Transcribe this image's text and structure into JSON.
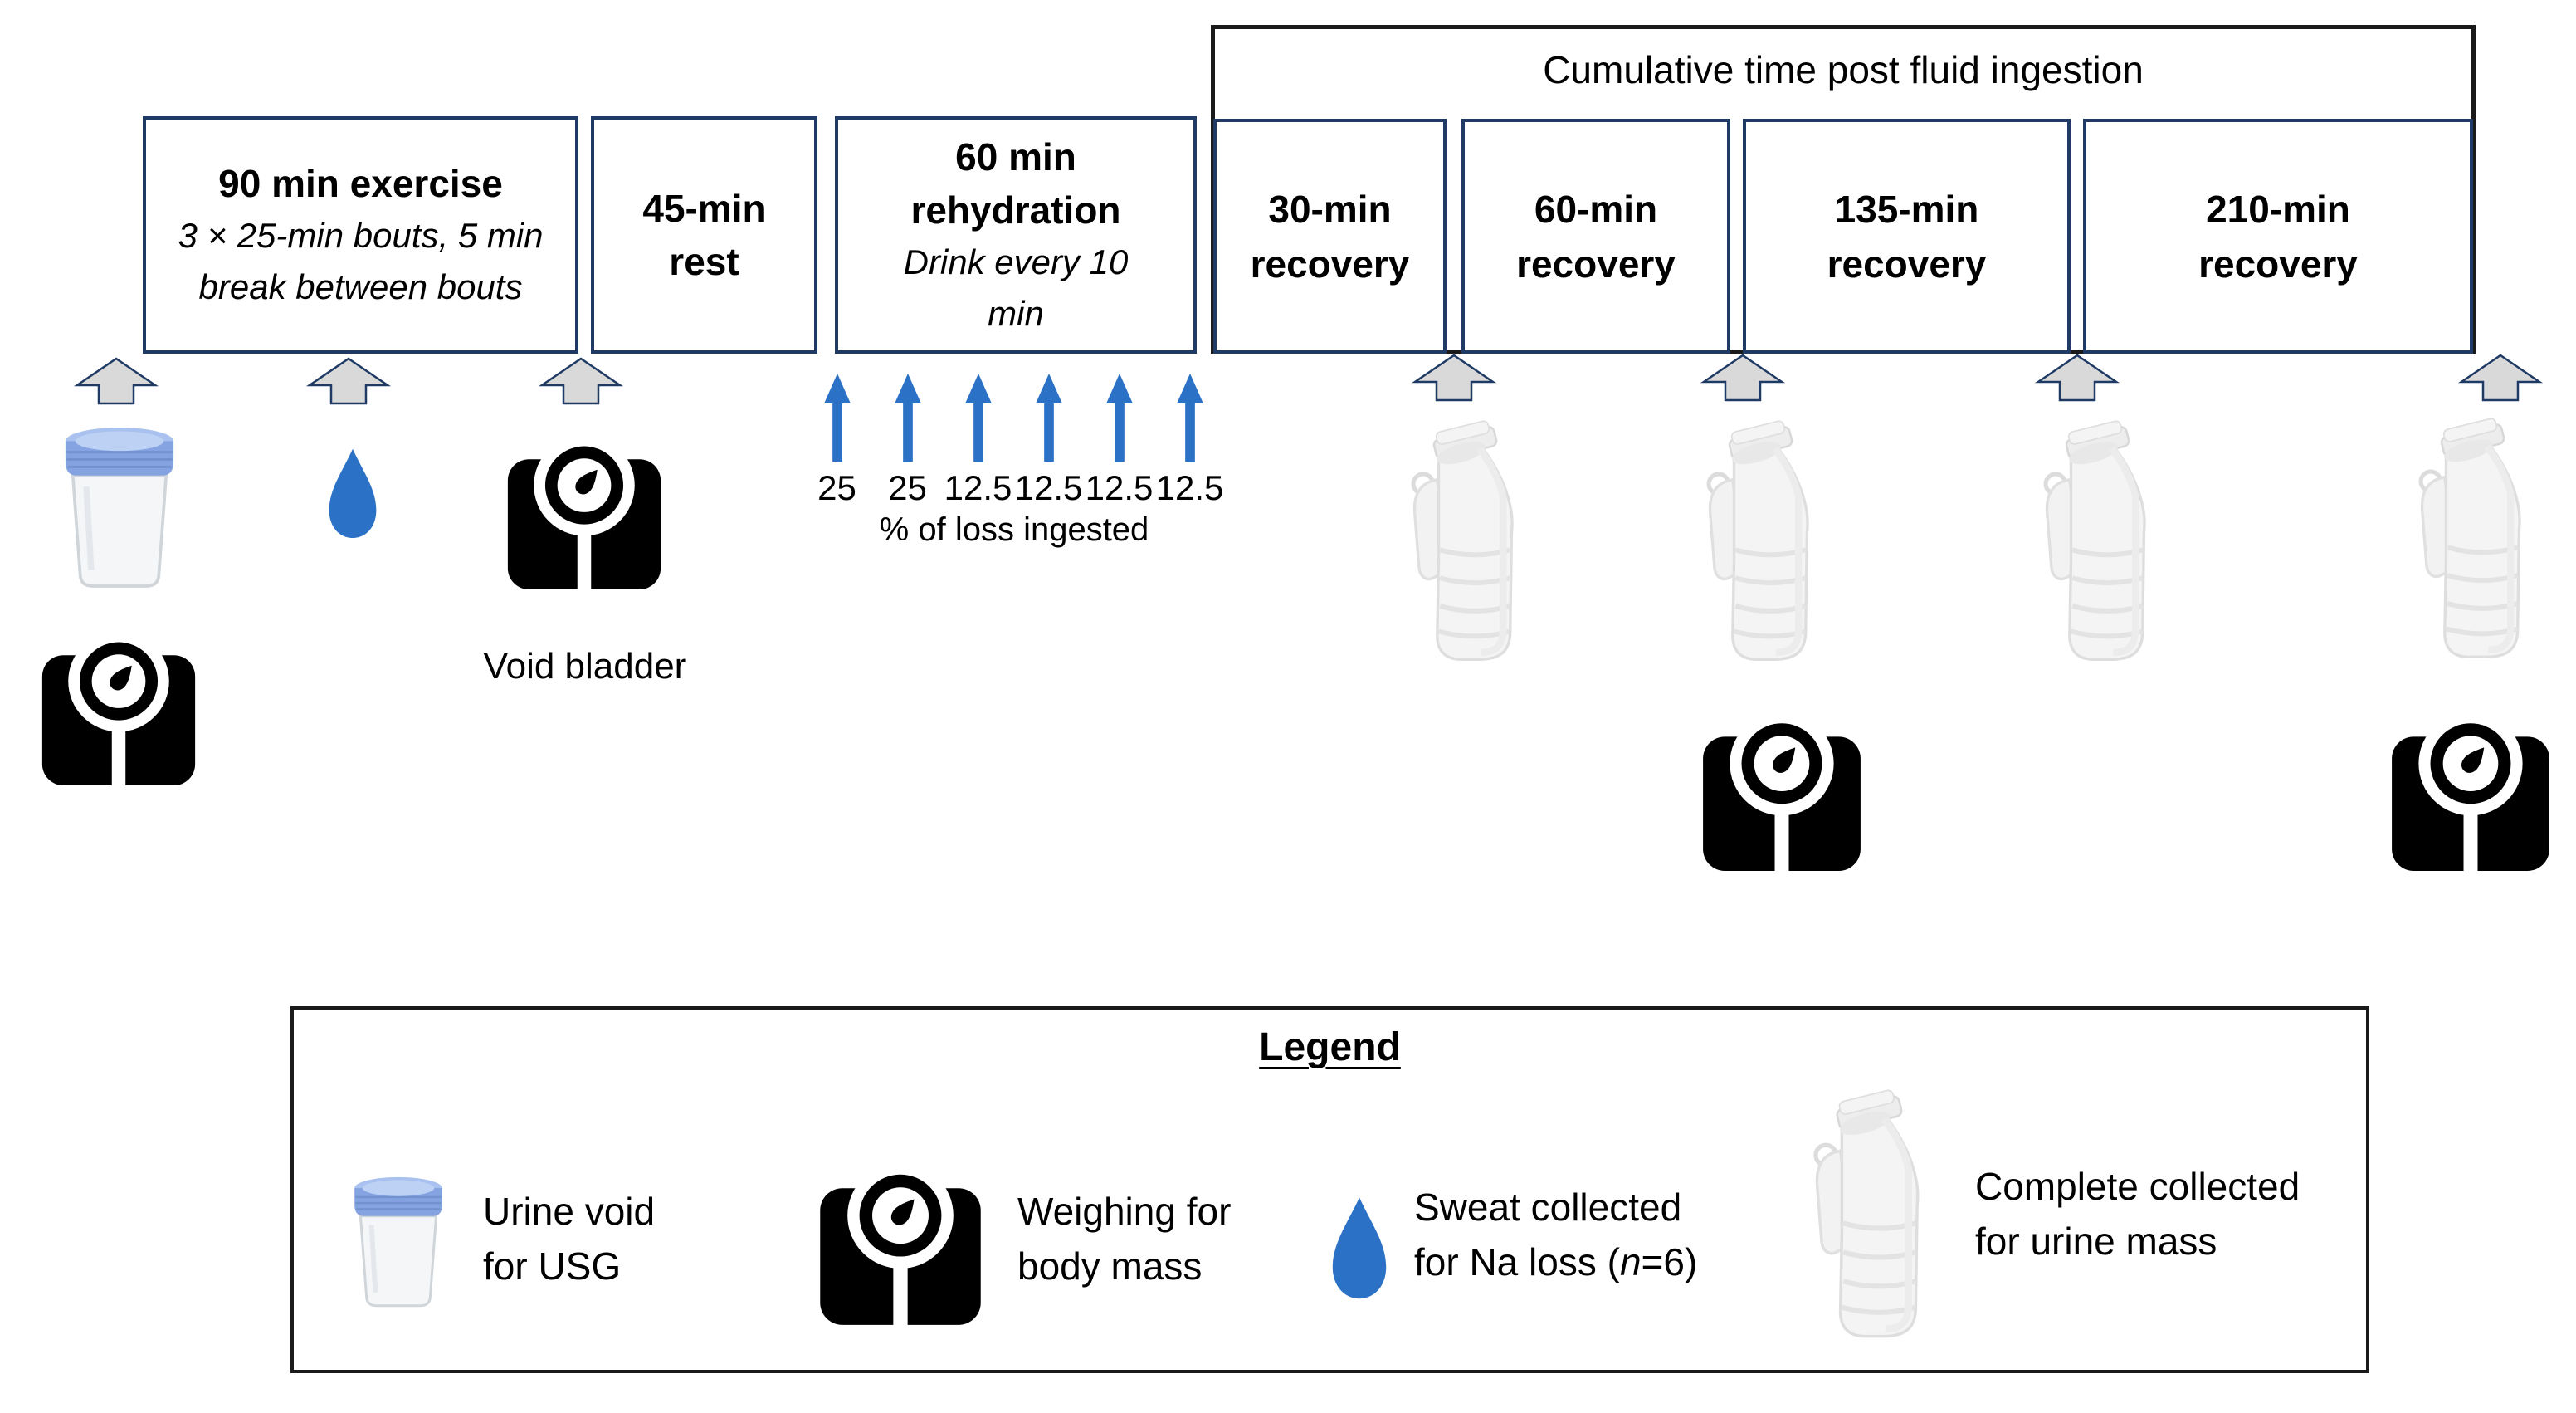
{
  "timeline": {
    "exercise": {
      "title": "90 min exercise",
      "detail": "3 × 25-min bouts, 5 min break between bouts"
    },
    "rest": {
      "title": "45-min rest"
    },
    "rehydration": {
      "title": "60 min rehydration",
      "detail": "Drink every 10 min"
    }
  },
  "cumulative": {
    "header": "Cumulative time post fluid ingestion",
    "recovery_boxes": [
      {
        "time": "30-min",
        "word": "recovery"
      },
      {
        "time": "60-min",
        "word": "recovery"
      },
      {
        "time": "135-min",
        "word": "recovery"
      },
      {
        "time": "210-min",
        "word": "recovery"
      }
    ]
  },
  "fluid_ingestion": {
    "percents": [
      "25",
      "25",
      "12.5",
      "12.5",
      "12.5",
      "12.5"
    ],
    "caption": "% of loss ingested"
  },
  "annotations": {
    "void_bladder": "Void bladder"
  },
  "legend": {
    "title": "Legend",
    "items": [
      {
        "icon": "specimen-cup-icon",
        "line1": "Urine void",
        "line2": "for USG"
      },
      {
        "icon": "body-scale-icon",
        "line1": "Weighing for",
        "line2": "body mass"
      },
      {
        "icon": "sweat-drop-icon",
        "line1": "Sweat collected",
        "line2_pre": "for Na loss (",
        "line2_italic": "n",
        "line2_post": "=6)"
      },
      {
        "icon": "urine-jug-icon",
        "line1": "Complete collected",
        "line2": "for urine mass"
      }
    ]
  },
  "colors": {
    "box_border_blue": "#1f3a64",
    "outer_border_black": "#1a1a1a",
    "arrow_gray": "#d9d9d9",
    "blue": "#2b71c6",
    "icon_black": "#000000"
  }
}
